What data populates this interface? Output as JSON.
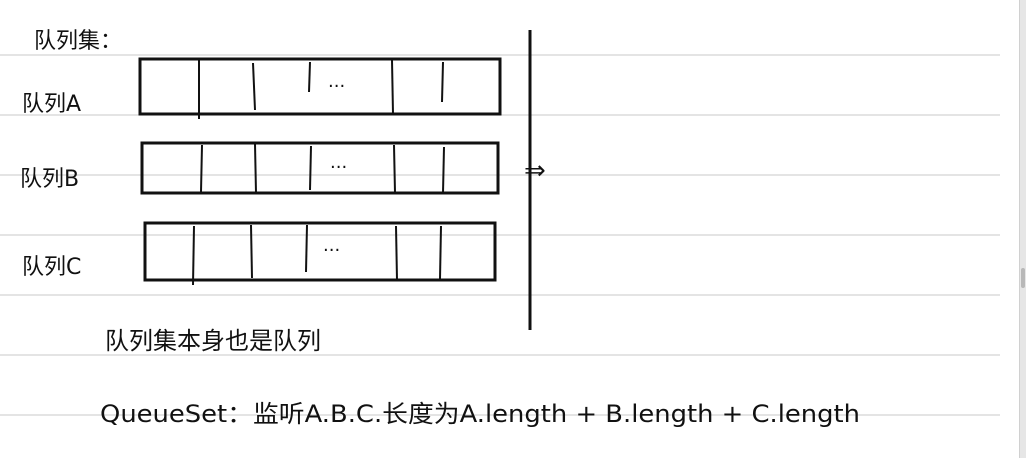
{
  "title": "队列集：",
  "queues": [
    {
      "label": "队列A",
      "ellipsis": "···"
    },
    {
      "label": "队列B",
      "ellipsis": "···"
    },
    {
      "label": "队列C",
      "ellipsis": "···"
    }
  ],
  "arrow": "⇒",
  "note": "队列集本身也是队列",
  "summary": "QueueSet：监听A.B.C.长度为A.length + B.length + C.length",
  "colors": {
    "ink": "#111111",
    "ruled_line": "#c8c8c8",
    "background": "#ffffff"
  }
}
